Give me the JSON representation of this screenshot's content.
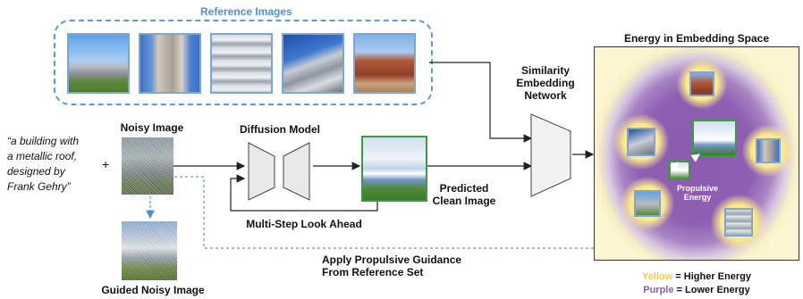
{
  "reference": {
    "title": "Reference Images",
    "images": [
      "building-1-image",
      "building-2-image",
      "building-3-image",
      "building-4-image",
      "building-5-image"
    ]
  },
  "prompt": {
    "line1": "“a building with",
    "line2": "a metallic roof,",
    "line3": "designed by",
    "line4": "Frank Gehry”",
    "plus": "+"
  },
  "labels": {
    "noisy_image": "Noisy Image",
    "diffusion_model": "Diffusion Model",
    "predicted_line1": "Predicted",
    "predicted_line2": "Clean Image",
    "similarity_line1": "Similarity",
    "similarity_line2": "Embedding",
    "similarity_line3": "Network",
    "look_ahead": "Multi-Step Look Ahead",
    "guidance_line1": "Apply Propulsive Guidance",
    "guidance_line2": "From Reference Set",
    "guided_noisy": "Guided Noisy Image",
    "energy_title": "Energy in Embedding Space",
    "propulsive_line1": "Propulsive",
    "propulsive_line2": "Energy"
  },
  "legend": {
    "yellow_word": "Yellow",
    "yellow_rest": " = Higher Energy",
    "purple_word": "Purple",
    "purple_rest": " = Lower Energy",
    "yellow_color": "#f2c94c",
    "purple_color": "#8e5bb5"
  }
}
